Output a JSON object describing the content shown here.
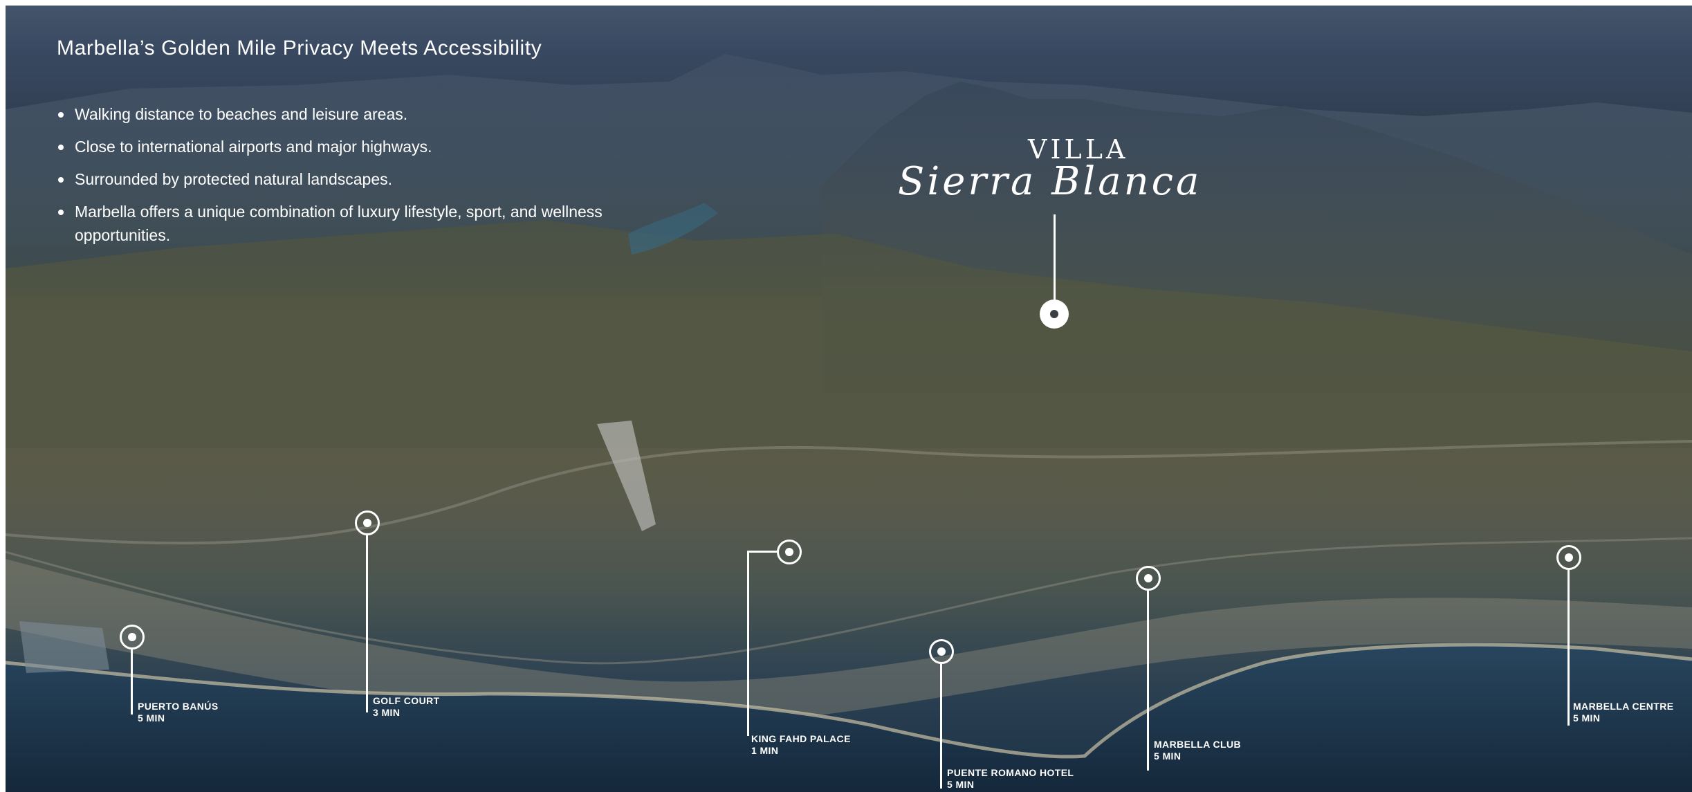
{
  "title": "Marbella’s Golden Mile Privacy Meets Accessibility",
  "bullets": [
    "Walking distance to beaches and leisure areas.",
    "Close to international airports and major highways.",
    "Surrounded by protected natural landscapes.",
    "Marbella offers a unique combination of luxury lifestyle, sport, and wellness opportunities."
  ],
  "brand": {
    "line1": "VILLA",
    "line2": "Sierra Blanca"
  },
  "pois": [
    {
      "name": "PUERTO BANÚS",
      "time": "5 MIN"
    },
    {
      "name": "GOLF COURT",
      "time": "3 MIN"
    },
    {
      "name": "KING FAHD PALACE",
      "time": "1 MIN"
    },
    {
      "name": "PUENTE ROMANO HOTEL",
      "time": "5 MIN"
    },
    {
      "name": "MARBELLA CLUB",
      "time": "5 MIN"
    },
    {
      "name": "MARBELLA CENTRE",
      "time": "5 MIN"
    }
  ],
  "colors": {
    "sea": "#1b3146",
    "sky": "#6e7c92",
    "land": "#5b5a48",
    "marker": "#ffffff"
  }
}
